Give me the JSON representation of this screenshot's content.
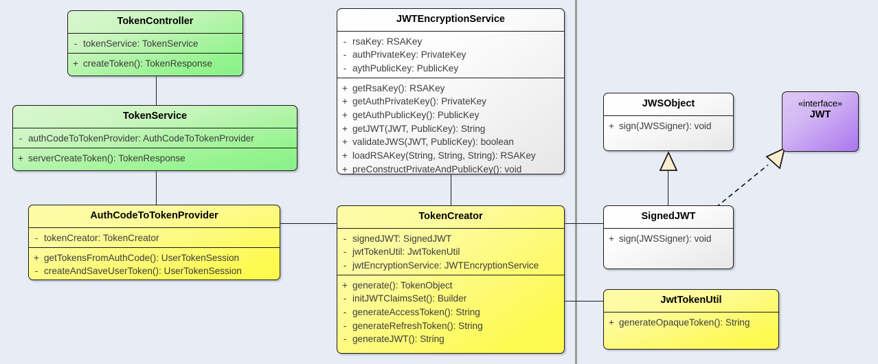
{
  "diagram": {
    "type": "uml-class-diagram",
    "background_color": "#e8ecf5",
    "page_divider_color": "#9a9a9a",
    "classes": [
      {
        "id": "token-controller",
        "name": "TokenController",
        "stereotype": "",
        "fill": "green",
        "attributes": [
          {
            "visibility": "-",
            "signature": "tokenService: TokenService"
          }
        ],
        "operations": [
          {
            "visibility": "+",
            "signature": "createToken(): TokenResponse"
          }
        ]
      },
      {
        "id": "jwt-encryption-service",
        "name": "JWTEncryptionService",
        "stereotype": "",
        "fill": "white",
        "attributes": [
          {
            "visibility": "-",
            "signature": "rsaKey: RSAKey"
          },
          {
            "visibility": "-",
            "signature": "authPrivateKey: PrivateKey"
          },
          {
            "visibility": "-",
            "signature": "aythPublicKey: PublicKey"
          }
        ],
        "operations": [
          {
            "visibility": "+",
            "signature": "getRsaKey(): RSAKey"
          },
          {
            "visibility": "+",
            "signature": "getAuthPrivateKey(): PrivateKey"
          },
          {
            "visibility": "+",
            "signature": "getAuthPublicKey(): PublicKey"
          },
          {
            "visibility": "+",
            "signature": "getJWT(JWT, PublicKey): String"
          },
          {
            "visibility": "+",
            "signature": "validateJWS(JWT, PublicKey): boolean"
          },
          {
            "visibility": "+",
            "signature": "loadRSAKey(String, String, String): RSAKey"
          },
          {
            "visibility": "+",
            "signature": "preConstructPrivateAndPublicKey(): void"
          }
        ]
      },
      {
        "id": "token-service",
        "name": "TokenService",
        "stereotype": "",
        "fill": "green",
        "attributes": [
          {
            "visibility": "-",
            "signature": "authCodeToTokenProvider: AuthCodeToTokenProvider"
          }
        ],
        "operations": [
          {
            "visibility": "+",
            "signature": "serverCreateToken(): TokenResponse"
          }
        ]
      },
      {
        "id": "jws-object",
        "name": "JWSObject",
        "stereotype": "",
        "fill": "white",
        "attributes": [],
        "operations": [
          {
            "visibility": "+",
            "signature": "sign(JWSSigner): void"
          }
        ]
      },
      {
        "id": "jwt-interface",
        "name": "JWT",
        "stereotype": "«interface»",
        "fill": "purple",
        "attributes": [],
        "operations": []
      },
      {
        "id": "auth-code-to-token-provider",
        "name": "AuthCodeToTokenProvider",
        "stereotype": "",
        "fill": "yellow",
        "attributes": [
          {
            "visibility": "-",
            "signature": "tokenCreator: TokenCreator"
          }
        ],
        "operations": [
          {
            "visibility": "+",
            "signature": "getTokensFromAuthCode(): UserTokenSession"
          },
          {
            "visibility": "-",
            "signature": "createAndSaveUserToken(): UserTokenSession"
          }
        ]
      },
      {
        "id": "token-creator",
        "name": "TokenCreator",
        "stereotype": "",
        "fill": "yellow",
        "attributes": [
          {
            "visibility": "-",
            "signature": "signedJWT: SignedJWT"
          },
          {
            "visibility": "-",
            "signature": "jwtTokenUtil: JwtTokenUtil"
          },
          {
            "visibility": "-",
            "signature": "jwtEncryptionService: JWTEncryptionService"
          }
        ],
        "operations": [
          {
            "visibility": "+",
            "signature": "generate(): TokenObject"
          },
          {
            "visibility": "-",
            "signature": "initJWTClaimsSet(): Builder"
          },
          {
            "visibility": "-",
            "signature": "generateAccessToken(): String"
          },
          {
            "visibility": "-",
            "signature": "generateRefreshToken(): String"
          },
          {
            "visibility": "-",
            "signature": "generateJWT(): String"
          }
        ]
      },
      {
        "id": "signed-jwt",
        "name": "SignedJWT",
        "stereotype": "",
        "fill": "white",
        "attributes": [],
        "operations": [
          {
            "visibility": "+",
            "signature": "sign(JWSSigner): void"
          }
        ]
      },
      {
        "id": "jwt-token-util",
        "name": "JwtTokenUtil",
        "stereotype": "",
        "fill": "yellow",
        "attributes": [],
        "operations": [
          {
            "visibility": "+",
            "signature": "generateOpaqueToken(): String"
          }
        ]
      }
    ],
    "relationships": [
      {
        "from": "token-controller",
        "to": "token-service",
        "kind": "association"
      },
      {
        "from": "token-service",
        "to": "auth-code-to-token-provider",
        "kind": "association"
      },
      {
        "from": "auth-code-to-token-provider",
        "to": "token-creator",
        "kind": "association"
      },
      {
        "from": "jwt-encryption-service",
        "to": "token-creator",
        "kind": "association"
      },
      {
        "from": "token-creator",
        "to": "signed-jwt",
        "kind": "association"
      },
      {
        "from": "token-creator",
        "to": "jwt-token-util",
        "kind": "association"
      },
      {
        "from": "signed-jwt",
        "to": "jws-object",
        "kind": "generalization"
      },
      {
        "from": "signed-jwt",
        "to": "jwt-interface",
        "kind": "realization"
      }
    ]
  }
}
